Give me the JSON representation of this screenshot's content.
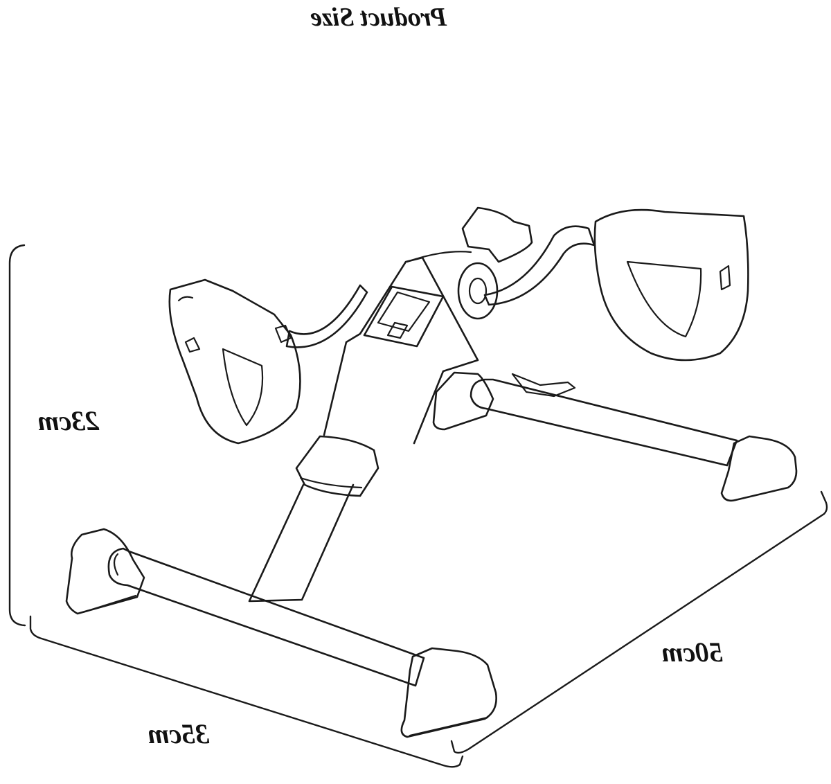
{
  "title": "Product Size",
  "dimensions": {
    "height": "23cm",
    "width": "35cm",
    "depth": "50cm"
  },
  "colors": {
    "background": "#ffffff",
    "line": "#1a1a1a"
  }
}
